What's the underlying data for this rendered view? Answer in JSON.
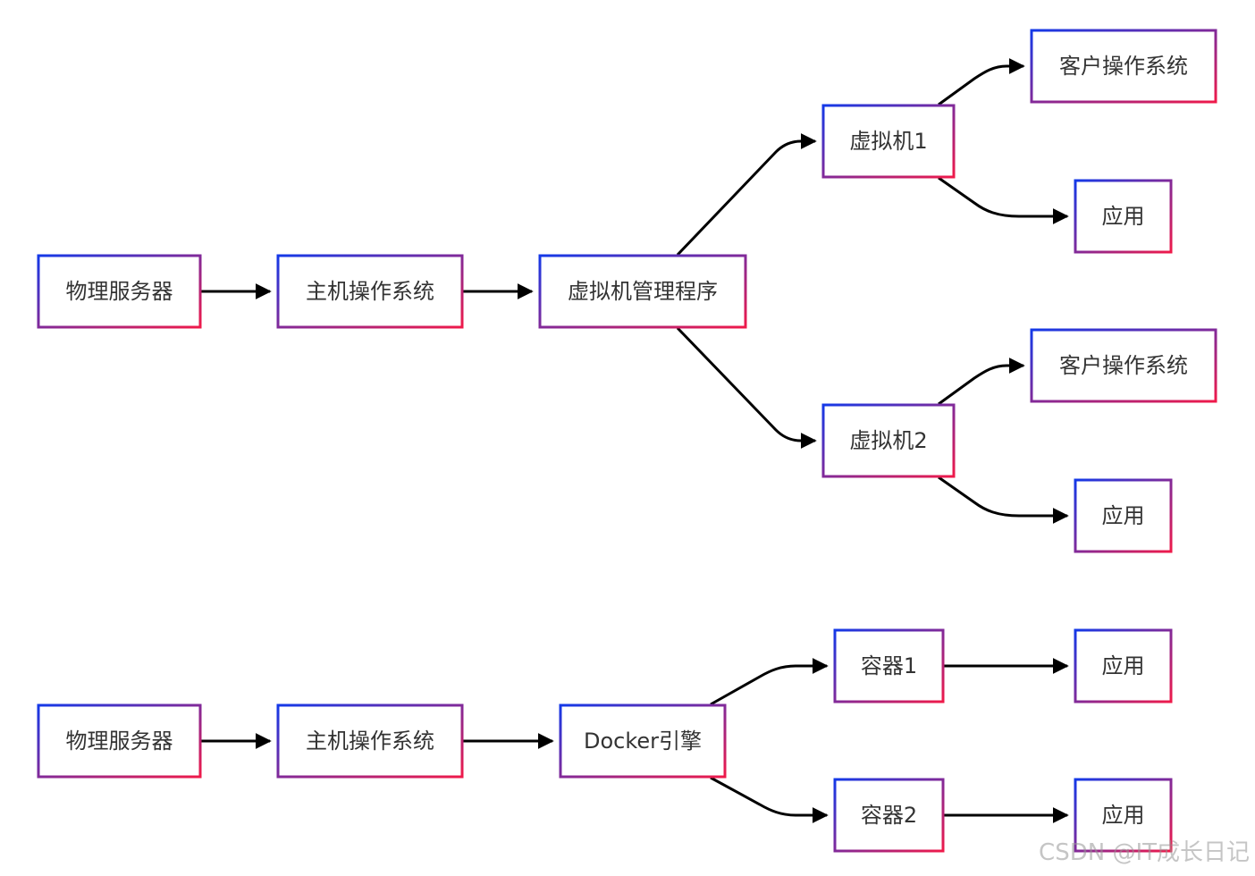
{
  "watermark": "CSDN @IT成长日记",
  "colors": {
    "node_border_start": "#1439e8",
    "node_border_end": "#ef1a4a",
    "edge": "#000000",
    "text": "#333333"
  },
  "diagram": {
    "vm_section": {
      "physical_server": "物理服务器",
      "host_os": "主机操作系统",
      "hypervisor": "虚拟机管理程序",
      "vm1": "虚拟机1",
      "vm1_guest_os": "客户操作系统",
      "vm1_app": "应用",
      "vm2": "虚拟机2",
      "vm2_guest_os": "客户操作系统",
      "vm2_app": "应用"
    },
    "docker_section": {
      "physical_server": "物理服务器",
      "host_os": "主机操作系统",
      "docker_engine": "Docker引擎",
      "container1": "容器1",
      "container1_app": "应用",
      "container2": "容器2",
      "container2_app": "应用"
    },
    "edges": [
      {
        "from": "vm_section.physical_server",
        "to": "vm_section.host_os"
      },
      {
        "from": "vm_section.host_os",
        "to": "vm_section.hypervisor"
      },
      {
        "from": "vm_section.hypervisor",
        "to": "vm_section.vm1"
      },
      {
        "from": "vm_section.hypervisor",
        "to": "vm_section.vm2"
      },
      {
        "from": "vm_section.vm1",
        "to": "vm_section.vm1_guest_os"
      },
      {
        "from": "vm_section.vm1",
        "to": "vm_section.vm1_app"
      },
      {
        "from": "vm_section.vm2",
        "to": "vm_section.vm2_guest_os"
      },
      {
        "from": "vm_section.vm2",
        "to": "vm_section.vm2_app"
      },
      {
        "from": "docker_section.physical_server",
        "to": "docker_section.host_os"
      },
      {
        "from": "docker_section.host_os",
        "to": "docker_section.docker_engine"
      },
      {
        "from": "docker_section.docker_engine",
        "to": "docker_section.container1"
      },
      {
        "from": "docker_section.docker_engine",
        "to": "docker_section.container2"
      },
      {
        "from": "docker_section.container1",
        "to": "docker_section.container1_app"
      },
      {
        "from": "docker_section.container2",
        "to": "docker_section.container2_app"
      }
    ]
  }
}
